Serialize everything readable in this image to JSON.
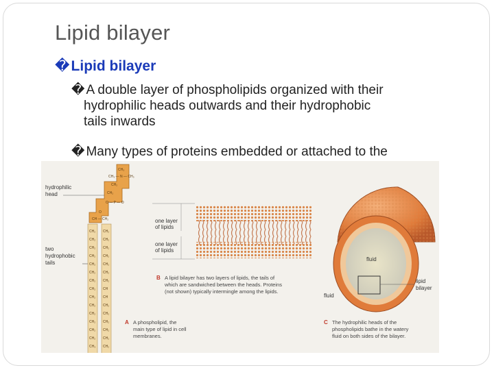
{
  "slide": {
    "title": "Lipid bilayer",
    "bullets": [
      {
        "glyph": "�",
        "text": "Lipid bilayer",
        "children": [
          {
            "glyph": "�",
            "line1": "A double layer of phospholipids organized with their",
            "line2": "hydrophilic heads outwards and their hydrophobic",
            "line3": "tails inwards"
          },
          {
            "glyph": "�",
            "line1": "Many types of proteins embedded or attached to the"
          }
        ]
      }
    ]
  },
  "figure": {
    "labels": {
      "hydrophilic_head_1": "hydrophilic",
      "hydrophilic_head_2": "head",
      "two_tails_1": "two",
      "two_tails_2": "hydrophobic",
      "two_tails_3": "tails",
      "one_layer_a1": "one layer",
      "one_layer_a2": "of lipids",
      "one_layer_b1": "one layer",
      "one_layer_b2": "of lipids",
      "fluid_inner": "fluid",
      "fluid_outer": "fluid",
      "lipid_bilayer_1": "lipid",
      "lipid_bilayer_2": "bilayer"
    },
    "captions": {
      "a_letter": "A",
      "a_line1": "A phospholipid, the",
      "a_line2": "main type of lipid in cell",
      "a_line3": "membranes.",
      "b_letter": "B",
      "b_line1": "A lipid bilayer has two layers of lipids, the tails of",
      "b_line2": "which are sandwiched between the heads. Proteins",
      "b_line3": "(not shown) typically intermingle among the lipids.",
      "c_letter": "C",
      "c_line1": "The hydrophilic heads of the",
      "c_line2": "phospholipids bathe in the watery",
      "c_line3": "fluid on both sides of the bilayer."
    },
    "colors": {
      "head": "#e8a24a",
      "tail": "#f0d9a8",
      "sphere": "#e07b3a",
      "accent_caption": "#c0392b"
    }
  }
}
